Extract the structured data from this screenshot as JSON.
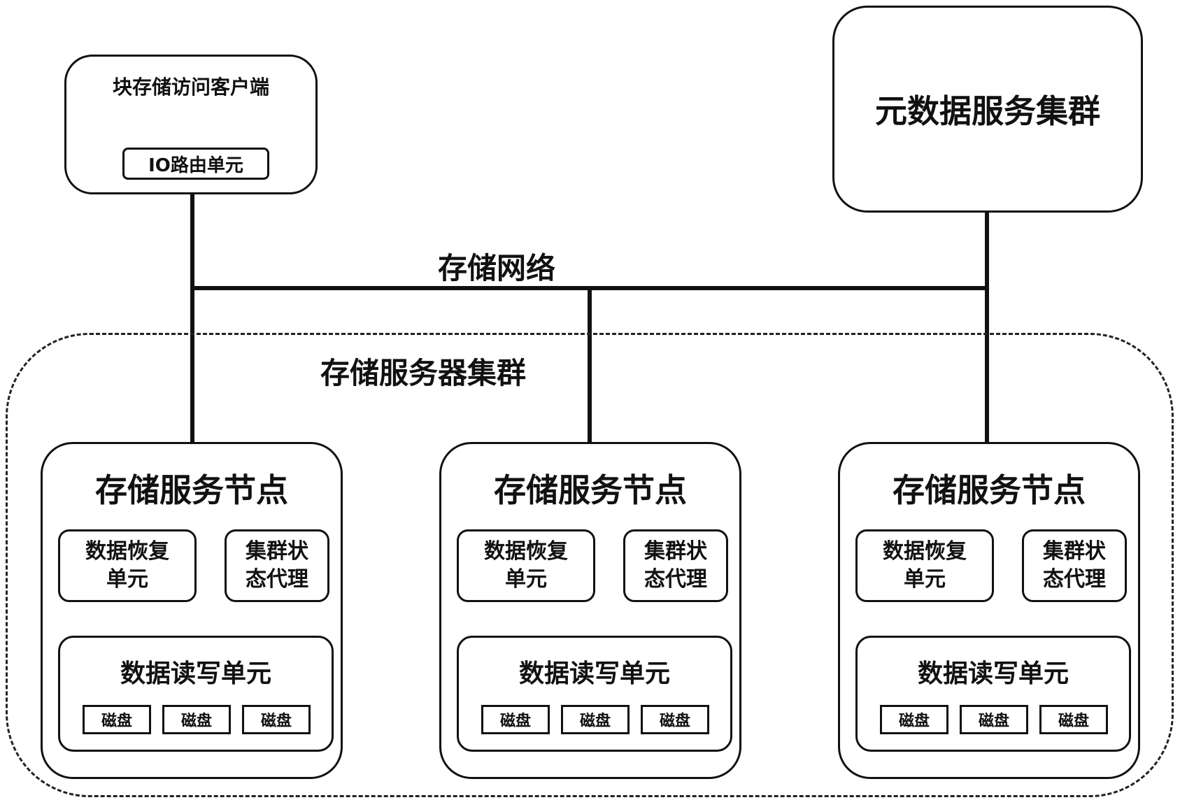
{
  "client": {
    "title": "块存储访问客户端",
    "io_unit": "IO路由单元"
  },
  "metadata_cluster": {
    "label": "元数据服务集群"
  },
  "network": {
    "label": "存储网络"
  },
  "server_cluster": {
    "label": "存储服务器集群",
    "nodes": [
      {
        "title": "存储服务节点",
        "recovery_unit": "数据恢复单元",
        "recovery_unit_lines": [
          "数据恢复",
          "单元"
        ],
        "agent_unit_lines": [
          "集群状",
          "态代理"
        ],
        "rw_unit": "数据读写单元",
        "disks": [
          "磁盘",
          "磁盘",
          "磁盘"
        ]
      },
      {
        "title": "存储服务节点",
        "recovery_unit": "数据恢复单元",
        "recovery_unit_lines": [
          "数据恢复",
          "单元"
        ],
        "agent_unit_lines": [
          "集群状",
          "态代理"
        ],
        "rw_unit": "数据读写单元",
        "disks": [
          "磁盘",
          "磁盘",
          "磁盘"
        ]
      },
      {
        "title": "存储服务节点",
        "recovery_unit": "数据恢复单元",
        "recovery_unit_lines": [
          "数据恢复",
          "单元"
        ],
        "agent_unit_lines": [
          "集群状",
          "态代理"
        ],
        "rw_unit": "数据读写单元",
        "disks": [
          "磁盘",
          "磁盘",
          "磁盘"
        ]
      }
    ]
  }
}
